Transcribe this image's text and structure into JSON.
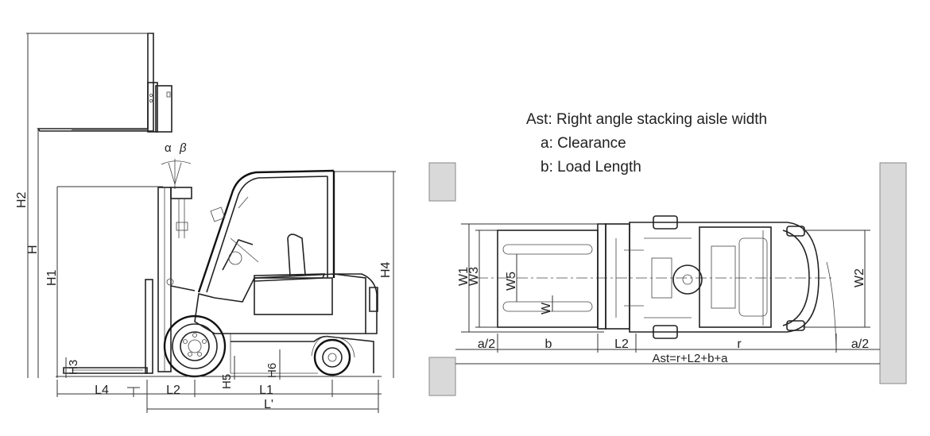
{
  "legend": {
    "ast": "Ast: Right angle stacking aisle width",
    "a": "a: Clearance",
    "b": "b: Load Length"
  },
  "side_view": {
    "angle_alpha": "α",
    "angle_beta": "β",
    "H2": "H2",
    "H": "H",
    "H1": "H1",
    "H3": "H3",
    "H4": "H4",
    "H5": "H5",
    "H6": "H6",
    "L4": "L4",
    "L2": "L2",
    "L1": "L1",
    "L_prime": "L'"
  },
  "top_view": {
    "W1": "W1",
    "W3": "W3",
    "W5": "W5",
    "W": "W",
    "W2": "W2",
    "a_left": "a/2",
    "b": "b",
    "L2": "L2",
    "r": "r",
    "a_right": "a/2",
    "ast_formula": "Ast=r+L2+b+a"
  }
}
